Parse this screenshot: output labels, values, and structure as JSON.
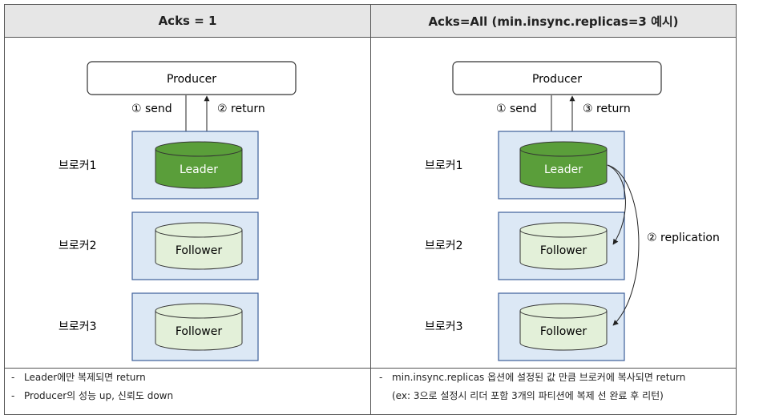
{
  "left": {
    "header": "Acks = 1",
    "producer": "Producer",
    "send_label": "① send",
    "return_label": "② return",
    "brokers": [
      "브로커1",
      "브로커2",
      "브로커3"
    ],
    "nodes": [
      "Leader",
      "Follower",
      "Follower"
    ],
    "notes": [
      "Leader에만 복제되면 return",
      "Producer의 성능 up, 신뢰도 down"
    ]
  },
  "right": {
    "header": "Acks=All (min.insync.replicas=3 예시)",
    "producer": "Producer",
    "send_label": "① send",
    "return_label": "③ return",
    "replication_label": "② replication",
    "brokers": [
      "브로커1",
      "브로커2",
      "브로커3"
    ],
    "nodes": [
      "Leader",
      "Follower",
      "Follower"
    ],
    "notes": [
      "min.insync.replicas 옵션에 설정된 값 만큼 브로커에 복사되면 return",
      "(ex: 3으로 설정시 리더 포함 3개의 파티션에 복제 선 완료 후 리턴)"
    ]
  },
  "colors": {
    "header_bg": "#e6e6e6",
    "broker_fill": "#dce8f5",
    "broker_stroke": "#3d5f9a",
    "leader_fill": "#5a9e3a",
    "follower_fill": "#e3f0d9"
  }
}
